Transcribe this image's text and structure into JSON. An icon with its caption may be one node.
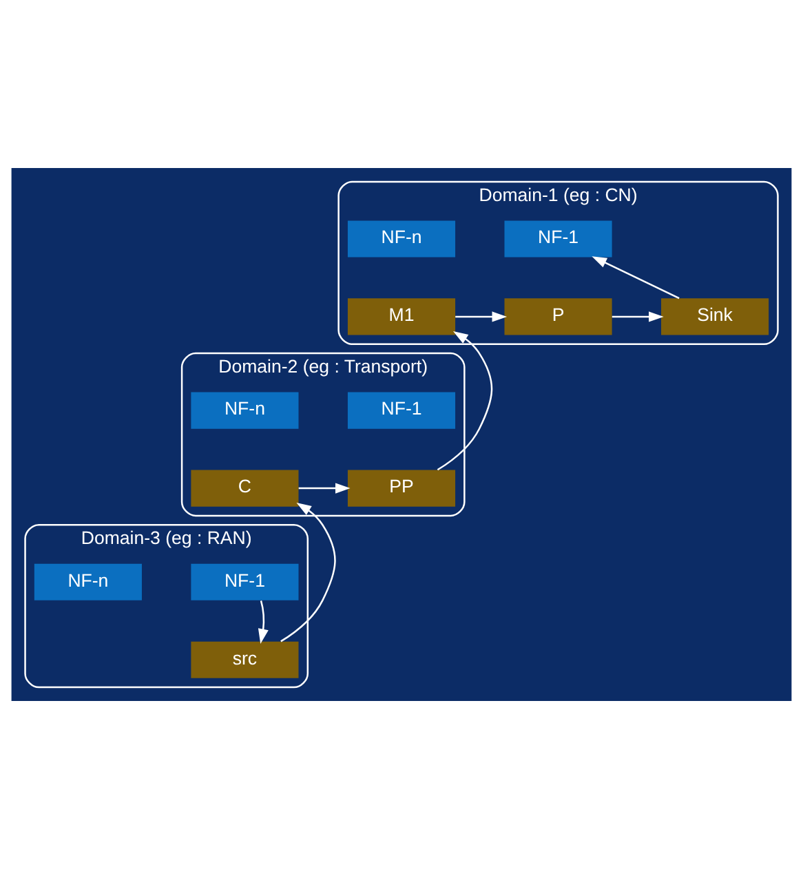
{
  "diagram": {
    "nodes": [
      {
        "text": [
          "Domain-1 (eg : CN)"
        ]
      },
      {
        "text": [
          "NF-1"
        ],
        "in": 0
      },
      {
        "text": [
          "NF-n"
        ],
        "in": 0
      },
      {
        "text": [
          "M1"
        ],
        "in": 0
      },
      {
        "text": [
          "P"
        ],
        "in": 0
      },
      {
        "text": [
          "Sink"
        ],
        "in": 0
      },
      {
        "text": [
          "Domain-2 (eg : Transport)"
        ]
      },
      {
        "text": [
          "NF-1"
        ],
        "in": 6
      },
      {
        "text": [
          "NF-n"
        ],
        "in": 6
      },
      {
        "text": [
          "C"
        ],
        "in": 6
      },
      {
        "text": [
          "PP"
        ],
        "in": 6
      },
      {
        "text": [
          "Domain-3 (eg : RAN)"
        ]
      },
      {
        "text": [
          "NF-1"
        ],
        "in": 11
      },
      {
        "text": [
          "NF-n"
        ],
        "in": 11
      },
      {
        "text": [
          "src"
        ],
        "in": 11
      }
    ],
    "edges": [
      {
        "from": 3,
        "to": 4,
        "arrow": "to"
      },
      {
        "from": 4,
        "to": 5,
        "arrow": "to"
      },
      {
        "from": 5,
        "to": 1,
        "arrow": "to"
      },
      {
        "from": 10,
        "to": 3,
        "arrow": "to"
      },
      {
        "from": 9,
        "to": 10,
        "arrow": "to"
      },
      {
        "from": 14,
        "to": 9,
        "arrow": "to"
      },
      {
        "from": 12,
        "to": 14,
        "arrow": "to"
      }
    ]
  }
}
